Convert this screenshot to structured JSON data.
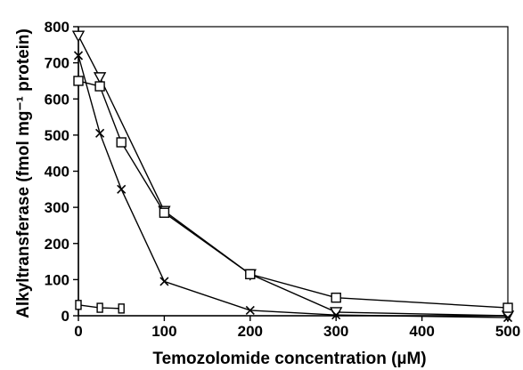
{
  "chart_data": {
    "type": "line",
    "xlabel": "Temozolomide concentration (µM)",
    "ylabel": "Alkyltransferase (fmol mg⁻¹ protein)",
    "xlim": [
      0,
      500
    ],
    "ylim": [
      0,
      800
    ],
    "x_ticks": [
      "0",
      "100",
      "200",
      "300",
      "400",
      "500"
    ],
    "y_ticks": [
      "0",
      "100",
      "200",
      "300",
      "400",
      "500",
      "600",
      "700",
      "800"
    ],
    "grid": false,
    "series": [
      {
        "marker": "triangle-down",
        "x": [
          0,
          25,
          100,
          200,
          300,
          500
        ],
        "y": [
          775,
          660,
          290,
          115,
          10,
          0
        ]
      },
      {
        "marker": "square",
        "x": [
          0,
          25,
          50,
          100,
          200,
          300,
          500
        ],
        "y": [
          650,
          635,
          480,
          285,
          115,
          50,
          22
        ]
      },
      {
        "marker": "x",
        "x": [
          0,
          25,
          50,
          100,
          200,
          300,
          500
        ],
        "y": [
          720,
          505,
          350,
          95,
          15,
          2,
          -5
        ]
      },
      {
        "marker": "double-bar",
        "x": [
          0,
          25,
          50
        ],
        "y": [
          30,
          22,
          20
        ]
      }
    ]
  }
}
